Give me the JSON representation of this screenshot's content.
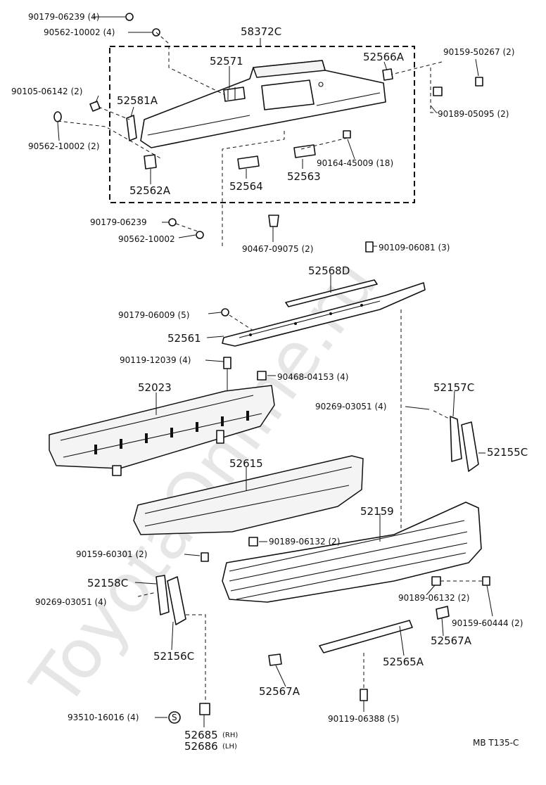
{
  "watermark": "ToyotaOnline.ru",
  "footer": {
    "code": "MB  T135-C"
  },
  "labels": {
    "p90179_06239_4": "90179-06239 (4)",
    "p90562_10002_4": "90562-10002 (4)",
    "p58372C": "58372C",
    "p52571": "52571",
    "p52566A": "52566A",
    "p90159_50267_2": "90159-50267 (2)",
    "p90105_06142_2": "90105-06142 (2)",
    "p52581A": "52581A",
    "p90189_05095_2": "90189-05095 (2)",
    "p90562_10002_2": "90562-10002 (2)",
    "p90164_45009_18": "90164-45009 (18)",
    "p52563": "52563",
    "p52564": "52564",
    "p52562A": "52562A",
    "p90179_06239": "90179-06239",
    "p90562_10002": "90562-10002",
    "p90467_09075_2": "90467-09075 (2)",
    "p90109_06081_3": "90109-06081 (3)",
    "p52568D": "52568D",
    "p90179_06009_5": "90179-06009 (5)",
    "p52561": "52561",
    "p90119_12039_4": "90119-12039 (4)",
    "p90468_04153_4": "90468-04153 (4)",
    "p52023": "52023",
    "p52157C": "52157C",
    "p90269_03051_4a": "90269-03051 (4)",
    "p52155C": "52155C",
    "p52615": "52615",
    "p52159": "52159",
    "p90159_60301_2": "90159-60301 (2)",
    "p90189_06132_2a": "90189-06132 (2)",
    "p52158C": "52158C",
    "p90269_03051_4b": "90269-03051 (4)",
    "p90189_06132_2b": "90189-06132 (2)",
    "p90159_60444_2": "90159-60444 (2)",
    "p52567A_r": "52567A",
    "p52156C": "52156C",
    "p52565A": "52565A",
    "p52567A_l": "52567A",
    "p93510_16016_4": "93510-16016 (4)",
    "p52685": "52685",
    "p52685_side": "(RH)",
    "p52686": "52686",
    "p52686_side": "(LH)",
    "p90119_06388_5": "90119-06388 (5)",
    "s_symbol": "S"
  }
}
